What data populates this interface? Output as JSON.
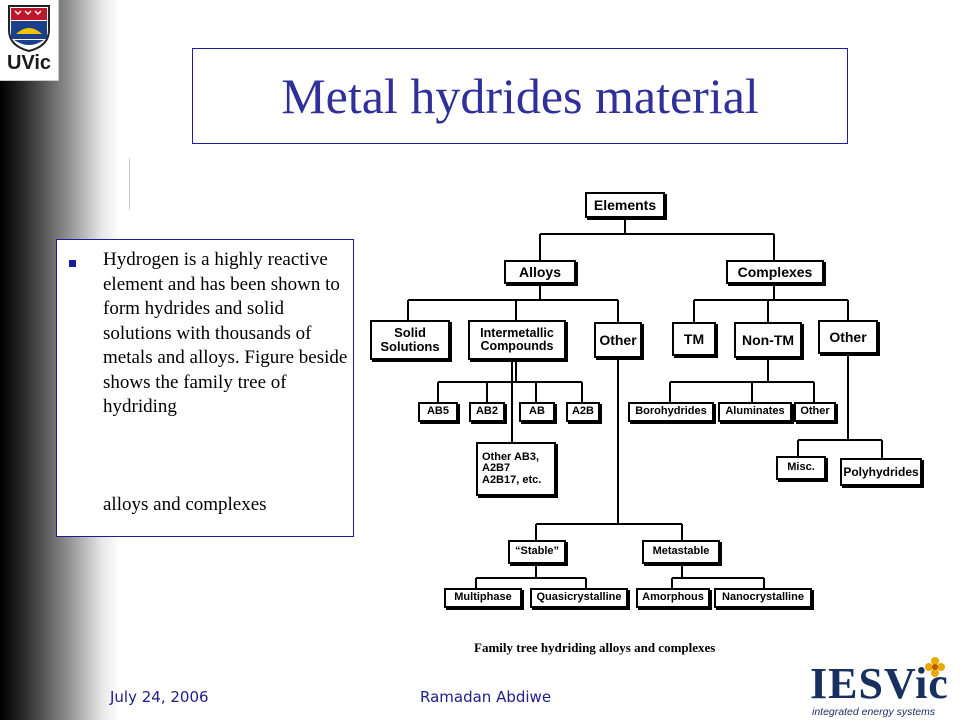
{
  "header": {
    "logo_text": "UVic",
    "title": "Metal hydrides material"
  },
  "bullet": {
    "text": "Hydrogen is a highly reactive element and has been shown to form hydrides and solid solutions with thousands of metals and alloys. Figure beside shows the family tree of hydriding",
    "text_cont": "alloys and complexes"
  },
  "tree": {
    "elements": "Elements",
    "alloys": "Alloys",
    "complexes": "Complexes",
    "solid_solutions": "Solid Solutions",
    "intermetallic": "Intermetallic Compounds",
    "other_alloys": "Other",
    "tm": "TM",
    "non_tm": "Non-TM",
    "other_complexes": "Other",
    "ab5": "AB5",
    "ab2": "AB2",
    "ab": "AB",
    "a2b": "A2B",
    "other_inter": "Other AB3, A2B7 A2B17, etc.",
    "borohydrides": "Borohydrides",
    "aluminates": "Aluminates",
    "other_nontm": "Other",
    "misc": "Misc.",
    "polyhydrides": "Polyhydrides",
    "stable": "“Stable”",
    "metastable": "Metastable",
    "multiphase": "Multiphase",
    "quasicrystalline": "Quasicrystalline",
    "amorphous": "Amorphous",
    "nanocrystalline": "Nanocrystalline"
  },
  "caption": "Family tree hydriding alloys and complexes",
  "footer": {
    "date": "July 24, 2006",
    "author": "Ramadan Abdiwe",
    "logo_big": "IESVic",
    "logo_small": "integrated energy systems"
  },
  "colors": {
    "title": "#30309a",
    "border": "#1c1c9c",
    "footer": "#20208a",
    "logo": "#17305f"
  }
}
